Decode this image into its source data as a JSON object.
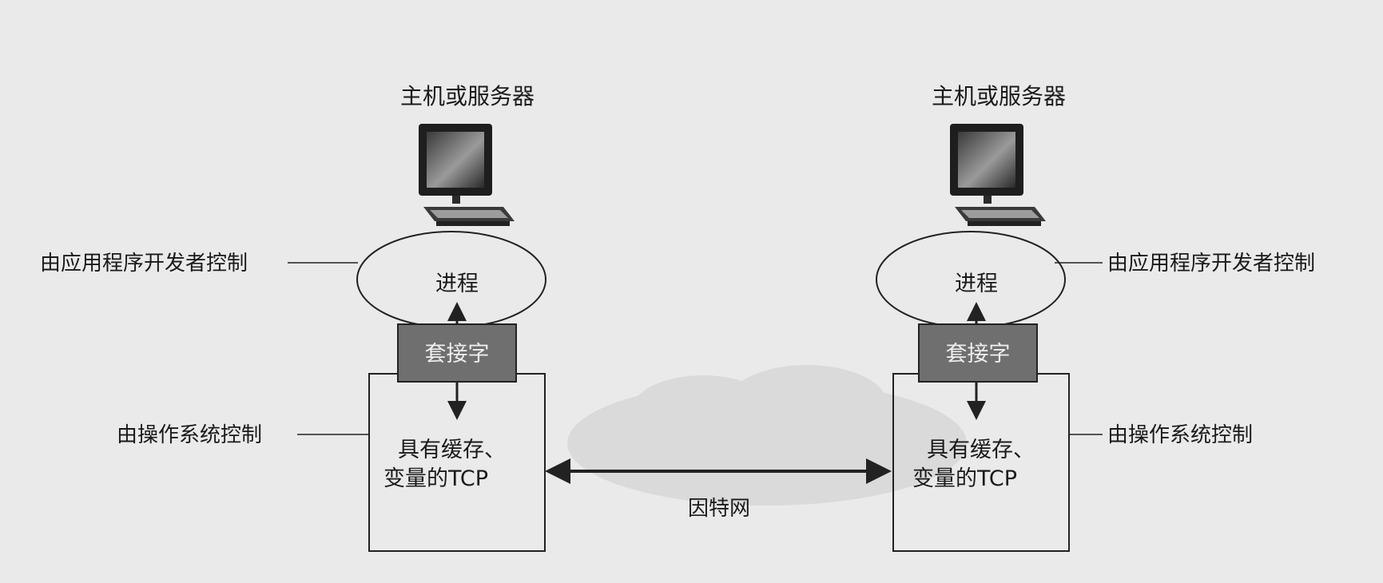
{
  "left_host": {
    "title": "主机或服务器",
    "process_label": "进程",
    "socket_label": "套接字",
    "tcp_line1": "具有缓存、",
    "tcp_line2": "变量的TCP",
    "app_dev_label": "由应用程序开发者控制",
    "os_label": "由操作系统控制"
  },
  "right_host": {
    "title": "主机或服务器",
    "process_label": "进程",
    "socket_label": "套接字",
    "tcp_line1": "具有缓存、",
    "tcp_line2": "变量的TCP",
    "app_dev_label": "由应用程序开发者控制",
    "os_label": "由操作系统控制"
  },
  "network": {
    "label": "因特网"
  },
  "colors": {
    "background": "#eaeaea",
    "socket_fill": "#6f6f6f",
    "line": "#222222",
    "cloud": "#d9d9d9"
  },
  "icons": {
    "host": "desktop-computer-icon"
  }
}
